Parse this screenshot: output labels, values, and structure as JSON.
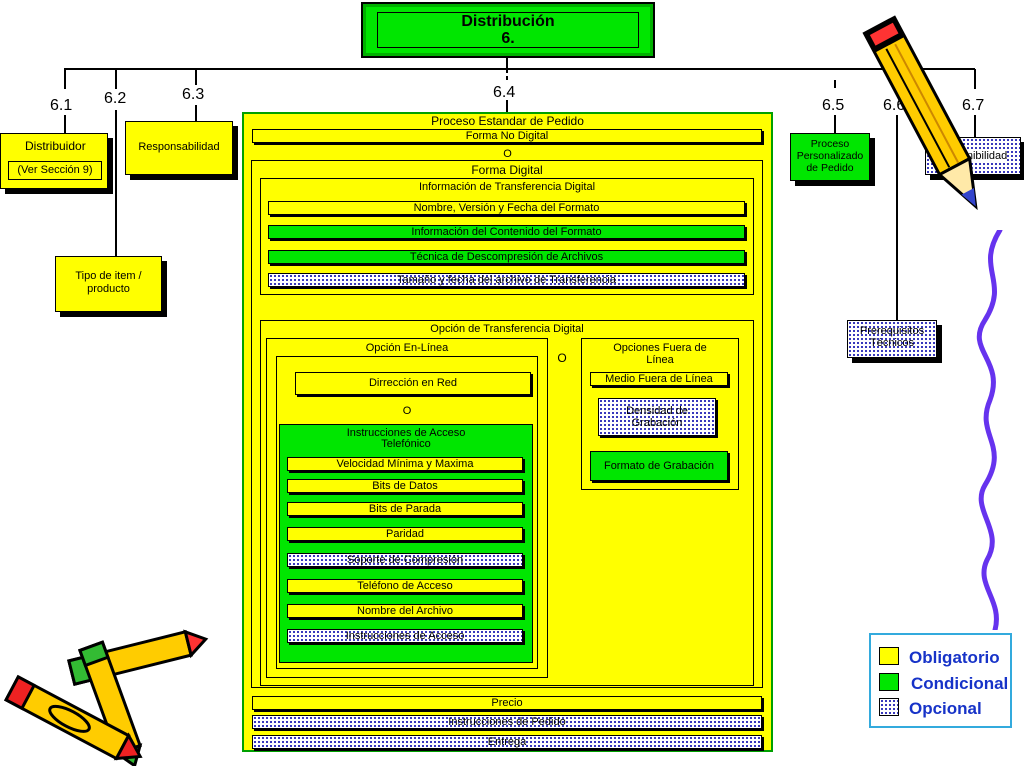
{
  "title": {
    "line1": "Distribución",
    "line2": "6."
  },
  "numbers": {
    "n61": "6.1",
    "n62": "6.2",
    "n63": "6.3",
    "n64": "6.4",
    "n65": "6.5",
    "n66": "6.6",
    "n67": "6.7"
  },
  "boxes": {
    "distribuidor": "Distribuidor",
    "ver_seccion": "(Ver Sección 9)",
    "responsabilidad": "Responsabilidad",
    "tipo_item": "Tipo de item / producto",
    "proceso_personalizado": "Proceso Personalizado de Pedido",
    "disponibilidad": "Disponibilidad",
    "prerequisitos": "Prerequisitos Técnicos"
  },
  "main": {
    "header": "Proceso Estandar de Pedido",
    "forma_no_digital": "Forma No Digital",
    "o1": "O",
    "forma_digital": "Forma Digital",
    "info_transferencia": "Información de Transferencia Digital",
    "nombre_version": "Nombre, Versión y Fecha del Formato",
    "info_contenido": "Información del Contenido del Formato",
    "tecnica_descompresion": "Técnica de Descompresión de Archivos",
    "tamano_fecha": "Tamaño y fecha del archivo de  Transferencia",
    "opcion_transferencia": "Opción de Transferencia Digital",
    "opcion_en_linea": "Opción En-Línea",
    "o2": "O",
    "direccion_red": "Dirrección en Red",
    "o3": "O",
    "instrucciones_acceso_tel": "Instrucciones de Acceso Telefónico",
    "velocidad": "Velocidad Mínima y Maxima",
    "bits_datos": "Bits de Datos",
    "bits_parada": "Bits de Parada",
    "paridad": "Paridad",
    "soporte_compresion": "Soporte de Compresión",
    "telefono_acceso": "Teléfono de Acceso",
    "nombre_archivo": "Nombre del Archivo",
    "instrucciones_acceso": "Instrucciones de Acceso",
    "opciones_fuera_linea": "Opciones Fuera de Línea",
    "medio_fuera_linea": "Medio Fuera de Línea",
    "densidad_grabacion": "Densidad de Grabación",
    "formato_grabacion": "Formato de Grabación",
    "precio": "Precio",
    "instrucciones_pedido": "Instrucciones de Pedido",
    "entrega": "Entrega"
  },
  "legend": {
    "obligatorio": "Obligatorio",
    "condicional": "Condicional",
    "opcional": "Opcional"
  },
  "colors": {
    "obligatorio": "#ffff00",
    "condicional": "#00e600",
    "opcional": "#ffffff"
  }
}
